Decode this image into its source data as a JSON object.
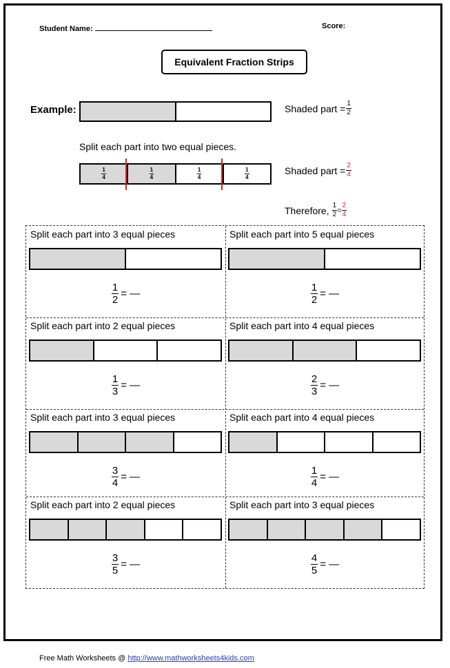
{
  "header": {
    "student_name_label": "Student Name:",
    "score_label": "Score:"
  },
  "title": "Equivalent Fraction Strips",
  "example": {
    "label": "Example:",
    "shaded_text": "Shaded part =",
    "shaded_num": "1",
    "shaded_den": "2",
    "split_text": "Split each part into two equal pieces.",
    "piece_num": "1",
    "piece_den": "4",
    "shaded2_num": "2",
    "shaded2_den": "4",
    "therefore_text": "Therefore,",
    "therefore_left_num": "1",
    "therefore_left_den": "2",
    "therefore_eq": "=",
    "therefore_right_num": "2",
    "therefore_right_den": "4",
    "strip1": {
      "segments": 2,
      "shaded": 1
    },
    "strip2": {
      "segments": 4,
      "shaded": 2
    },
    "colors": {
      "shade": "#d9d9d9",
      "accent": "#e0201b"
    }
  },
  "exercises": [
    {
      "instruction": "Split each part into 3 equal pieces",
      "num": "1",
      "den": "2",
      "segments": 2,
      "shaded": 1,
      "rest": "= —"
    },
    {
      "instruction": "Split each part into 5 equal pieces",
      "num": "1",
      "den": "2",
      "segments": 2,
      "shaded": 1,
      "rest": "= —"
    },
    {
      "instruction": "Split each part into 2 equal pieces",
      "num": "1",
      "den": "3",
      "segments": 3,
      "shaded": 1,
      "rest": "= —"
    },
    {
      "instruction": "Split each part into 4 equal pieces",
      "num": "2",
      "den": "3",
      "segments": 3,
      "shaded": 2,
      "rest": "= —"
    },
    {
      "instruction": "Split each part into 3 equal pieces",
      "num": "3",
      "den": "4",
      "segments": 4,
      "shaded": 3,
      "rest": "= —"
    },
    {
      "instruction": "Split each part into 4 equal pieces",
      "num": "1",
      "den": "4",
      "segments": 4,
      "shaded": 1,
      "rest": "= —"
    },
    {
      "instruction": "Split each part into 2 equal pieces",
      "num": "3",
      "den": "5",
      "segments": 5,
      "shaded": 3,
      "rest": "= —"
    },
    {
      "instruction": "Split each part into 3 equal pieces",
      "num": "4",
      "den": "5",
      "segments": 5,
      "shaded": 4,
      "rest": "= —"
    }
  ],
  "footer": {
    "text": "Free Math Worksheets @ ",
    "link": "http://www.mathworksheets4kids.com"
  }
}
